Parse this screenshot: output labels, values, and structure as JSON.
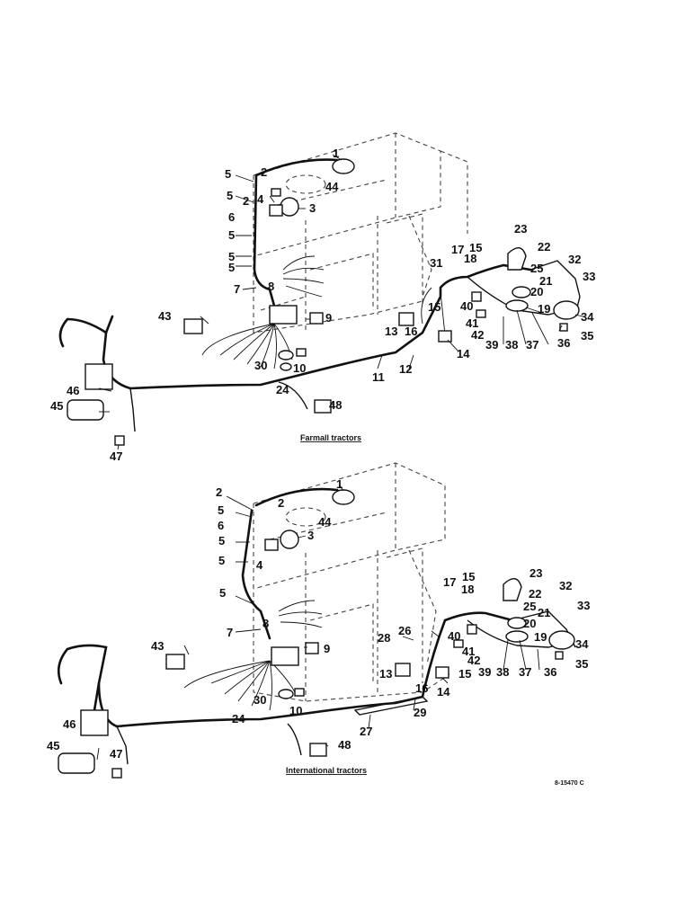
{
  "captions": {
    "top": "Farmall tractors",
    "bottom": "International tractors",
    "ref": "8-15470 C"
  },
  "callouts_top": [
    "1",
    "2",
    "2",
    "3",
    "4",
    "44",
    "5",
    "5",
    "6",
    "5",
    "5",
    "5",
    "7",
    "8",
    "9",
    "43",
    "30",
    "10",
    "24",
    "11",
    "12",
    "13",
    "16",
    "14",
    "15",
    "17",
    "31",
    "15",
    "18",
    "23",
    "22",
    "25",
    "21",
    "20",
    "19",
    "40",
    "41",
    "42",
    "39",
    "38",
    "37",
    "32",
    "33",
    "34",
    "35",
    "36",
    "45",
    "46",
    "47",
    "48"
  ],
  "callouts_bottom": [
    "1",
    "2",
    "2",
    "3",
    "4",
    "44",
    "5",
    "6",
    "5",
    "5",
    "5",
    "7",
    "8",
    "9",
    "43",
    "30",
    "10",
    "24",
    "27",
    "29",
    "28",
    "26",
    "13",
    "16",
    "14",
    "15",
    "17",
    "15",
    "18",
    "23",
    "22",
    "25",
    "21",
    "20",
    "19",
    "40",
    "41",
    "42",
    "39",
    "38",
    "37",
    "32",
    "33",
    "34",
    "35",
    "36",
    "45",
    "46",
    "47",
    "48"
  ]
}
